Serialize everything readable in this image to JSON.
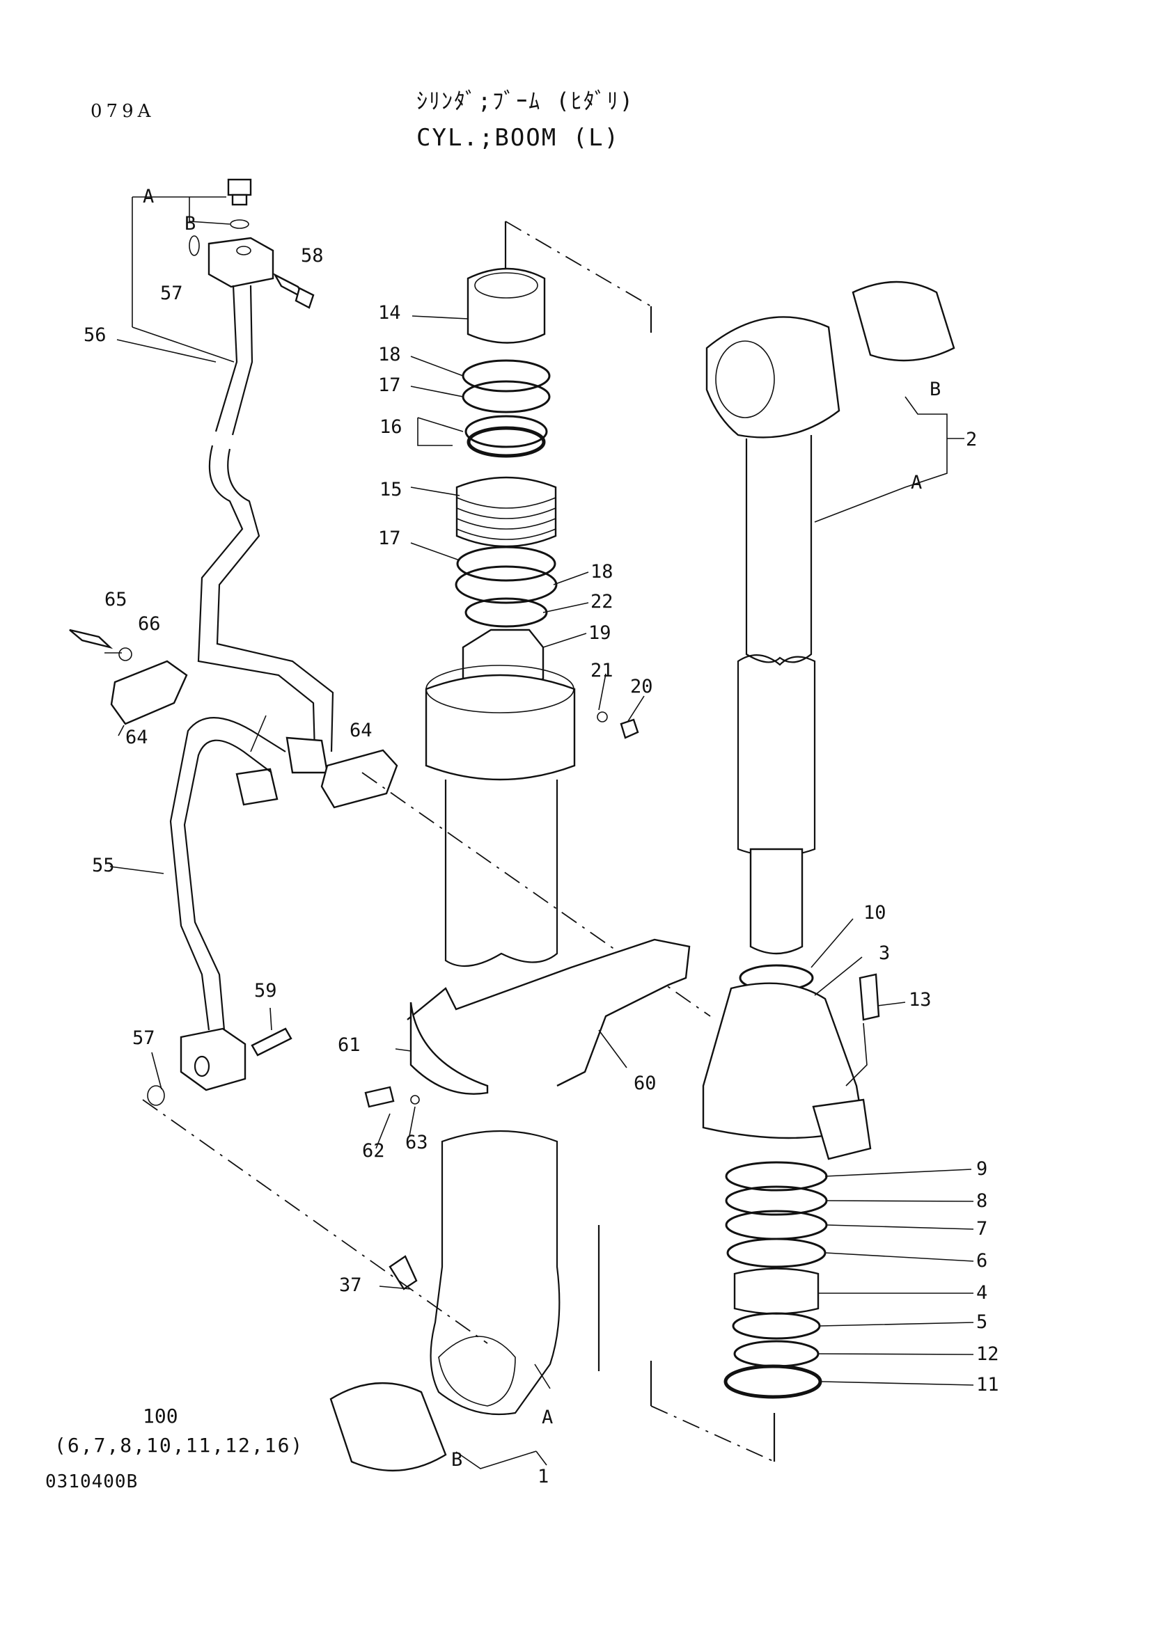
{
  "header": {
    "page_code": "079A",
    "title_jp": "ｼﾘﾝﾀﾞ;ﾌﾞｰﾑ (ﾋﾀﾞﾘ)",
    "title_en": "CYL.;BOOM (L)"
  },
  "footer": {
    "kit_number": "100",
    "kit_contents": "(6,7,8,10,11,12,16)",
    "drawing_number": "0310400B"
  },
  "callouts": {
    "c1": "1",
    "c2": "2",
    "c3": "3",
    "c4": "4",
    "c5": "5",
    "c6": "6",
    "c7": "7",
    "c8": "8",
    "c9": "9",
    "c10": "10",
    "c11": "11",
    "c12": "12",
    "c13": "13",
    "c14": "14",
    "c15": "15",
    "c16": "16",
    "c17a": "17",
    "c17b": "17",
    "c18a": "18",
    "c18b": "18",
    "c19": "19",
    "c20": "20",
    "c21": "21",
    "c22": "22",
    "c37": "37",
    "c55": "55",
    "c56": "56",
    "c57a": "57",
    "c57b": "57",
    "c58": "58",
    "c59": "59",
    "c60": "60",
    "c61": "61",
    "c62": "62",
    "c63": "63",
    "c64a": "64",
    "c64b": "64",
    "c65": "65",
    "c66": "66",
    "sub_a_pipe": "A",
    "sub_b_pipe": "B",
    "sub_a_rod": "A",
    "sub_b_rod": "B",
    "sub_a_tube": "A",
    "sub_b_tube": "B"
  }
}
